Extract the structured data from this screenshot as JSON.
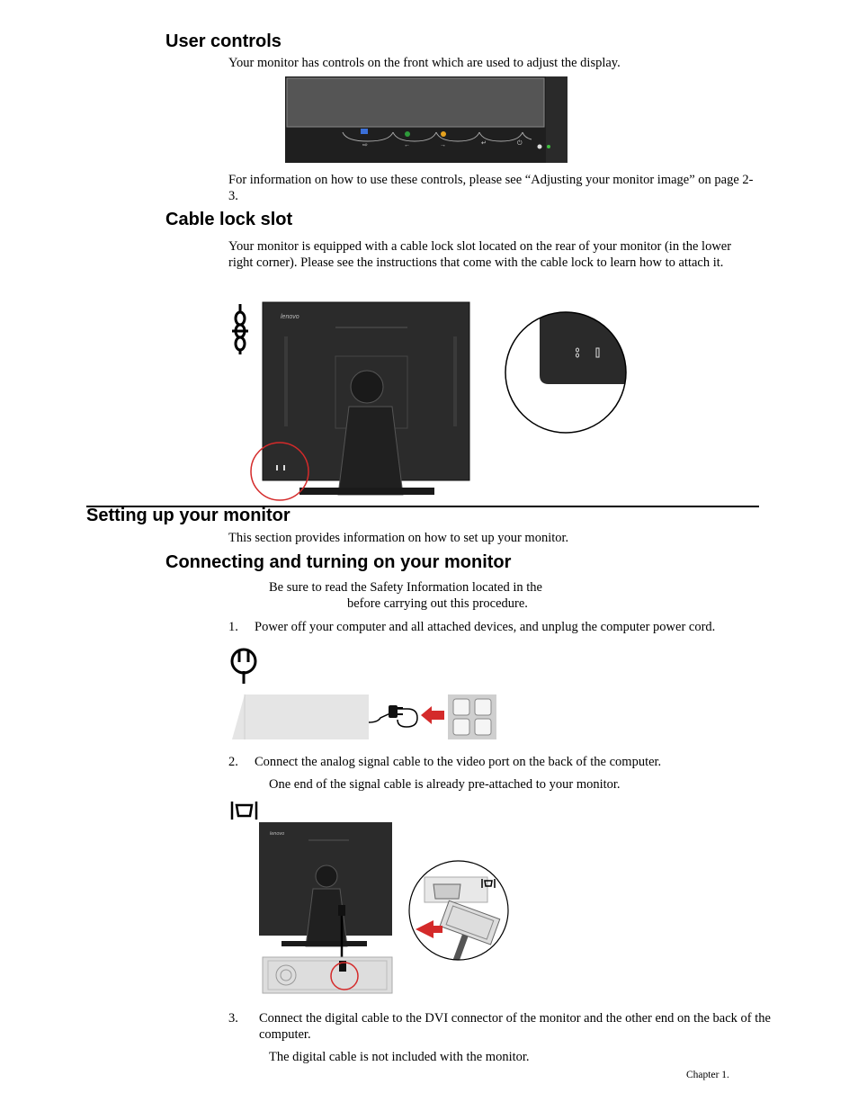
{
  "user_controls": {
    "heading": "User controls",
    "intro": "Your monitor has controls on the front which are used to adjust the display.",
    "info": "For information on how to use these controls, please see “Adjusting your monitor image” on page 2-3."
  },
  "cable_lock": {
    "heading": "Cable lock slot",
    "body": "Your monitor is equipped with a cable lock slot located on the rear of your monitor (in the lower right corner). Please see the instructions that come with the cable lock to learn how to attach it.",
    "monitor_brand": "lenovo"
  },
  "setup": {
    "heading": "Setting up your monitor",
    "intro": "This section provides information on how to set up your monitor."
  },
  "connecting": {
    "heading": "Connecting and turning on your monitor",
    "note_line1": "Be sure to read the Safety Information located in the",
    "note_line2": "before carrying out this procedure.",
    "step1_num": "1.",
    "step1": "Power off your computer and all attached devices, and unplug the computer power cord.",
    "step2_num": "2.",
    "step2": "Connect the analog signal cable to the video port on the back of the computer.",
    "step2_sub": "One end of the signal cable is already pre-attached to your monitor.",
    "step3_num": "3.",
    "step3": "Connect the digital cable to the DVI connector of  the monitor and the other end on the back of the computer.",
    "step3_sub": "The digital cable is not included with the monitor.",
    "monitor_brand": "lenovo"
  },
  "footer": {
    "chapter": "Chapter 1."
  }
}
